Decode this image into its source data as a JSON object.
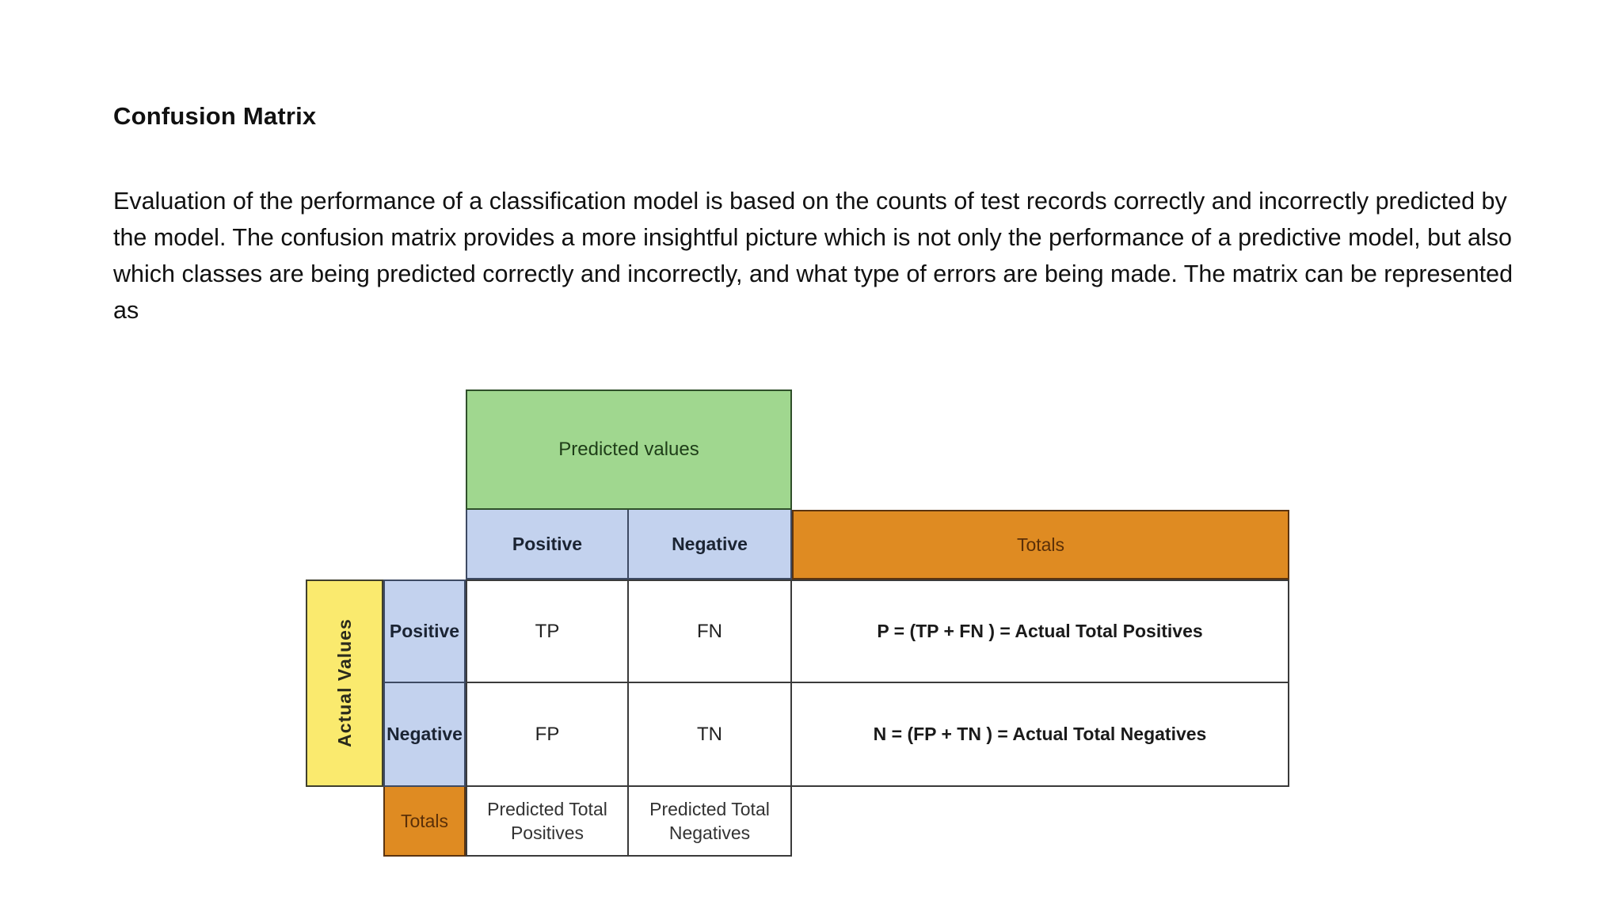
{
  "document": {
    "title": "Confusion Matrix",
    "paragraph": "Evaluation of the performance of a classification model is based on the counts of test records correctly and incorrectly predicted by the model. The confusion matrix provides a more insightful picture which is not only the performance of a predictive model, but also which classes are being predicted correctly and incorrectly, and what type of errors are being made. The matrix can be represented as"
  },
  "chart_data": {
    "type": "table",
    "title": "Confusion Matrix",
    "predicted_banner": "Predicted values",
    "actual_banner": "Actual Values",
    "column_headers": [
      "Positive",
      "Negative"
    ],
    "column_totals_header": "Totals",
    "row_headers": [
      "Positive",
      "Negative"
    ],
    "row_totals_header": "Totals",
    "cells": {
      "true_positive": "TP",
      "false_negative": "FN",
      "false_positive": "FP",
      "true_negative": "TN"
    },
    "row_total_formulas": [
      "P = (TP + FN ) = Actual Total Positives",
      "N = (FP + TN ) = Actual Total Negatives"
    ],
    "column_total_labels": [
      "Predicted Total Positives",
      "Predicted Total Negatives"
    ]
  },
  "colors": {
    "predicted_banner_fill": "#a0d78f",
    "predicted_banner_text": "#1e3d18",
    "header_blue_fill": "#c3d2ee",
    "header_blue_text": "#1b2433",
    "totals_orange_fill": "#df8b22",
    "totals_orange_text": "#5a2f08",
    "actual_yellow_fill": "#faea6e",
    "actual_yellow_text": "#2a2a1c",
    "body_fill": "#ffffff",
    "grid_line": "#3a3a3a",
    "page_background": "#ffffff",
    "body_text": "#111111"
  }
}
